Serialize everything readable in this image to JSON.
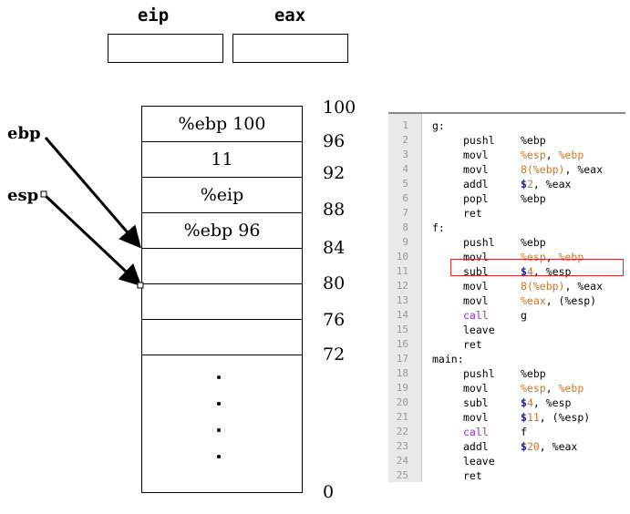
{
  "registers": [
    {
      "name": "eip",
      "value": ""
    },
    {
      "name": "eax",
      "value": ""
    }
  ],
  "pointers": {
    "ebp": "ebp",
    "esp": "esp"
  },
  "stack": {
    "cells": [
      "%ebp 100",
      "11",
      "%eip",
      "%ebp 96",
      "",
      "",
      ""
    ],
    "addresses": [
      "100",
      "96",
      "92",
      "88",
      "84",
      "80",
      "76",
      "72",
      "0"
    ]
  },
  "code": {
    "highlight_line": 11,
    "lines": [
      {
        "n": "1",
        "label": "g:"
      },
      {
        "n": "2",
        "op": "pushl",
        "args": [
          {
            "t": "%ebp"
          }
        ]
      },
      {
        "n": "3",
        "op": "movl",
        "args": [
          {
            "t": "%esp",
            "c": "orange"
          },
          {
            "t": ", "
          },
          {
            "t": "%ebp",
            "c": "orange"
          }
        ]
      },
      {
        "n": "4",
        "op": "movl",
        "args": [
          {
            "t": "8",
            "c": "orange"
          },
          {
            "t": "(%ebp)",
            "c": "orange"
          },
          {
            "t": ", %eax"
          }
        ]
      },
      {
        "n": "5",
        "op": "addl",
        "args": [
          {
            "t": "$",
            "c": "blue"
          },
          {
            "t": "2",
            "c": "orange"
          },
          {
            "t": ", %eax"
          }
        ]
      },
      {
        "n": "6",
        "op": "popl",
        "args": [
          {
            "t": "%ebp"
          }
        ]
      },
      {
        "n": "7",
        "op": "ret",
        "args": []
      },
      {
        "n": "8",
        "label": "f:"
      },
      {
        "n": "9",
        "op": "pushl",
        "args": [
          {
            "t": "%ebp"
          }
        ]
      },
      {
        "n": "10",
        "op": "movl",
        "args": [
          {
            "t": "%esp",
            "c": "orange"
          },
          {
            "t": ", "
          },
          {
            "t": "%ebp",
            "c": "orange"
          }
        ]
      },
      {
        "n": "11",
        "op": "subl",
        "args": [
          {
            "t": "$",
            "c": "blue"
          },
          {
            "t": "4",
            "c": "orange"
          },
          {
            "t": ", %esp"
          }
        ]
      },
      {
        "n": "12",
        "op": "movl",
        "args": [
          {
            "t": "8",
            "c": "orange"
          },
          {
            "t": "(%ebp)",
            "c": "orange"
          },
          {
            "t": ", %eax"
          }
        ]
      },
      {
        "n": "13",
        "op": "movl",
        "args": [
          {
            "t": "%eax",
            "c": "orange"
          },
          {
            "t": ", (%esp)"
          }
        ]
      },
      {
        "n": "14",
        "op": "call",
        "opc": "purple",
        "args": [
          {
            "t": "g"
          }
        ]
      },
      {
        "n": "15",
        "op": "leave",
        "args": []
      },
      {
        "n": "16",
        "op": "ret",
        "args": []
      },
      {
        "n": "17",
        "label": "main:"
      },
      {
        "n": "18",
        "op": "pushl",
        "args": [
          {
            "t": "%ebp"
          }
        ]
      },
      {
        "n": "19",
        "op": "movl",
        "args": [
          {
            "t": "%esp",
            "c": "orange"
          },
          {
            "t": ", "
          },
          {
            "t": "%ebp",
            "c": "orange"
          }
        ]
      },
      {
        "n": "20",
        "op": "subl",
        "args": [
          {
            "t": "$",
            "c": "blue"
          },
          {
            "t": "4",
            "c": "orange"
          },
          {
            "t": ", %esp"
          }
        ]
      },
      {
        "n": "21",
        "op": "movl",
        "args": [
          {
            "t": "$",
            "c": "blue"
          },
          {
            "t": "11",
            "c": "orange"
          },
          {
            "t": ", (%esp)"
          }
        ]
      },
      {
        "n": "22",
        "op": "call",
        "opc": "purple",
        "args": [
          {
            "t": "f"
          }
        ]
      },
      {
        "n": "23",
        "op": "addl",
        "args": [
          {
            "t": "$",
            "c": "blue"
          },
          {
            "t": "20",
            "c": "orange"
          },
          {
            "t": ", %eax"
          }
        ]
      },
      {
        "n": "24",
        "op": "leave",
        "args": []
      },
      {
        "n": "25",
        "op": "ret",
        "args": []
      }
    ]
  },
  "colors": {
    "highlight_box": "#d22b2b",
    "number": "#c8742a",
    "keyword": "#9b27c8",
    "dollar": "#1a1a8c"
  }
}
